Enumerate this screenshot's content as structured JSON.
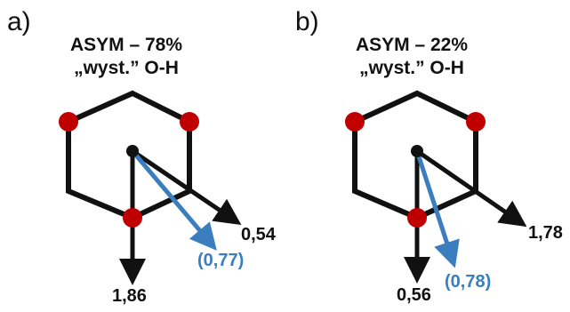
{
  "colors": {
    "ring": "#111111",
    "atom": "#c00000",
    "axis_black": "#111111",
    "axis_blue": "#3a7ebf"
  },
  "panels": [
    {
      "letter": "a)",
      "title_line1": "ASYM – 78%",
      "title_line2": "„wyst.” O-H",
      "labels": {
        "down": "1,86",
        "right": "0,54",
        "blue": "(0,77)"
      }
    },
    {
      "letter": "b)",
      "title_line1": "ASYM – 22%",
      "title_line2": "„wyst.” O-H",
      "labels": {
        "down": "0,56",
        "right": "1,78",
        "blue": "(0,78)"
      }
    }
  ]
}
